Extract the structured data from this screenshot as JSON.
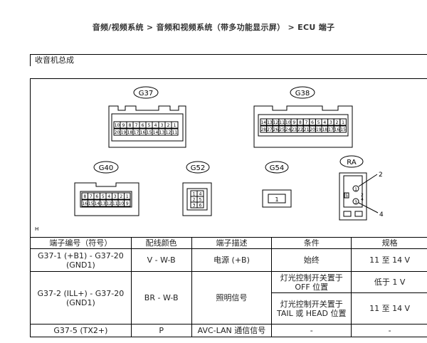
{
  "breadcrumb": "音频/视频系统 > 音频和视频系统（带多功能显示屏） > ECU 端子",
  "section_title": "收音机总成",
  "diagram": {
    "corner_label": "H",
    "connectors": {
      "g37": {
        "label": "G37",
        "row1": [
          "10",
          "9",
          "8",
          "7",
          "6",
          "5",
          "4",
          "3",
          "2",
          "1"
        ],
        "row2": [
          "20",
          "19",
          "18",
          "17",
          "16",
          "15",
          "14",
          "13",
          "12",
          "11"
        ]
      },
      "g38": {
        "label": "G38",
        "row1": [
          "14",
          "13",
          "12",
          "11",
          "10",
          "9",
          "8",
          "7",
          "6",
          "5",
          "4",
          "3",
          "2",
          "1"
        ],
        "row2": [
          "28",
          "27",
          "26",
          "25",
          "24",
          "23",
          "22",
          "21",
          "20",
          "19",
          "18",
          "17",
          "16",
          "15"
        ]
      },
      "g40": {
        "label": "G40",
        "row1": [
          "8",
          "7",
          "6",
          "5",
          "4",
          "3",
          "2",
          "1"
        ],
        "row2": [
          "16",
          "15",
          "14",
          "13",
          "12",
          "11",
          "10",
          "9"
        ]
      },
      "g52": {
        "label": "G52",
        "grid": [
          "1",
          "4",
          "2",
          "5",
          "3",
          "6"
        ]
      },
      "g54": {
        "label": "G54",
        "pin": "1"
      },
      "ra": {
        "label": "RA",
        "pin1": "1",
        "pin2": "2",
        "pin3": "3",
        "pin4": "4",
        "pin5": "5",
        "callout_top": "2",
        "callout_bottom": "4"
      }
    }
  },
  "table": {
    "headers": [
      "端子编号（符号）",
      "配线颜色",
      "端子描述",
      "条件",
      "规格"
    ],
    "rows": {
      "r1": {
        "terminal": "G37-1 (+B1) - G37-20 (GND1)",
        "color": "V - W-B",
        "desc": "电源 (+B)",
        "cond": "始终",
        "spec": "11 至 14 V"
      },
      "r2": {
        "terminal": "G37-2 (ILL+) - G37-20 (GND1)",
        "color": "BR - W-B",
        "desc": "照明信号",
        "cond_a": "灯光控制开关置于 OFF 位置",
        "spec_a": "低于 1 V",
        "cond_b": "灯光控制开关置于 TAIL 或 HEAD 位置",
        "spec_b": "11 至 14 V"
      },
      "r3": {
        "terminal": "G37-5 (TX2+)",
        "color": "P",
        "desc": "AVC-LAN 通信信号",
        "cond": "-",
        "spec": "-"
      }
    }
  }
}
